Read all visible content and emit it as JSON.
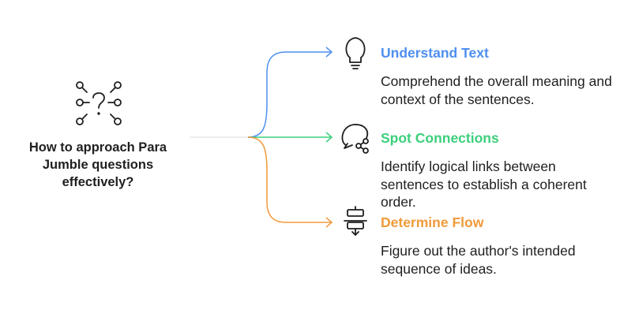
{
  "root": {
    "label": "How to approach Para Jumble questions effectively?"
  },
  "items": [
    {
      "title": "Understand Text",
      "description": "Comprehend the overall meaning and context of the sentences.",
      "color": "#4e8ff0",
      "icon": "lightbulb-icon"
    },
    {
      "title": "Spot Connections",
      "description": "Identify logical links between sentences to establish a coherent order.",
      "color": "#3ccf7c",
      "icon": "chat-share-icon"
    },
    {
      "title": "Determine Flow",
      "description": "Figure out the author's intended sequence of ideas.",
      "color": "#f09a3a",
      "icon": "flow-icon"
    }
  ]
}
